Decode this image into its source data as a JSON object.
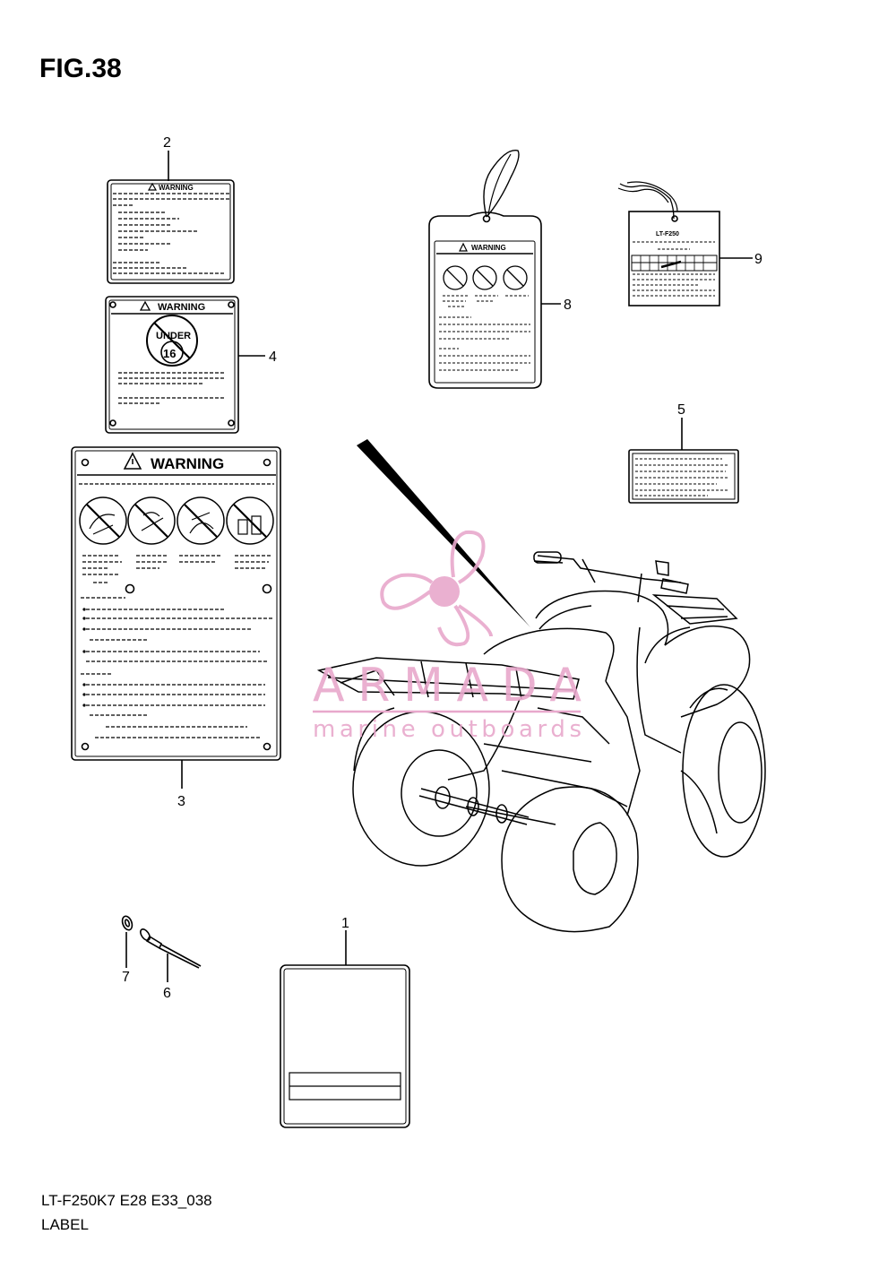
{
  "figure": {
    "title": "FIG.38",
    "code": "LT-F250K7 E28 E33_038",
    "name": "LABEL"
  },
  "labels": {
    "warning_text": "WARNING",
    "under_top": "UNDER",
    "under_num": "16",
    "model_tag": "LT-F250"
  },
  "callouts": [
    "1",
    "2",
    "3",
    "4",
    "5",
    "6",
    "7",
    "8",
    "9"
  ],
  "watermark": {
    "brand": "ARMADA",
    "tagline": "marine outboards",
    "color": "#e8a8cc"
  }
}
